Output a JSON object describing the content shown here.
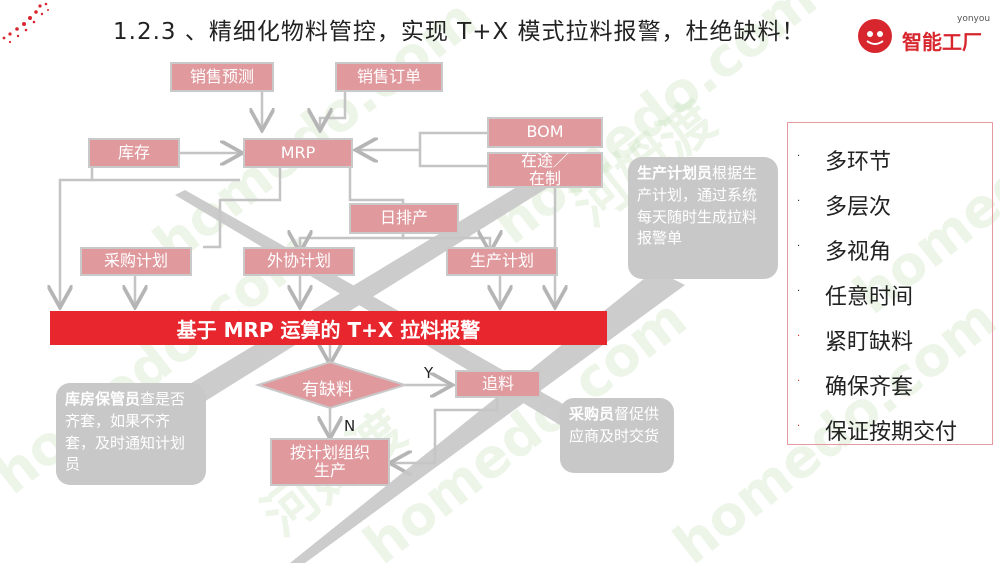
{
  "title": "1.2.3 、精细化物料管控，实现 T+X 模式拉料报警，杜绝缺料！",
  "logo": {
    "subtext": "yonyou",
    "text": "智能工厂"
  },
  "flow": {
    "sales_forecast": "销售预测",
    "sales_order": "销售订单",
    "inventory": "库存",
    "mrp": "MRP",
    "bom": "BOM",
    "in_transit": "在途／在制",
    "daily_schedule": "日排产",
    "purchase_plan": "采购计划",
    "outsourcing_plan": "外协计划",
    "production_plan": "生产计划",
    "banner": "基于 MRP 运算的 T+X 拉料报警",
    "decision": "有缺料",
    "yes_label": "Y",
    "no_label": "N",
    "follow_up": "追料",
    "produce": "按计划组织生产"
  },
  "bubbles": {
    "planner_role": "生产计划员",
    "planner_text": "根据生产计划，通过系统每天随时生成拉料报警单",
    "warehouse_role": "库房保管员",
    "warehouse_text": "查是否齐套，如果不齐套，及时通知计划员",
    "purchaser_role": "采购员",
    "purchaser_text": "督促供应商及时交货"
  },
  "features": [
    "多环节",
    "多层次",
    "多视角",
    "任意时间",
    "紧盯缺料",
    "确保齐套",
    "保证按期交付"
  ],
  "watermarks": [
    "homedo.com",
    "河姆渡"
  ],
  "colors": {
    "accent_red": "#e8262d",
    "box_pink": "#e09a9e",
    "bubble_gray": "#c8c8c8"
  }
}
